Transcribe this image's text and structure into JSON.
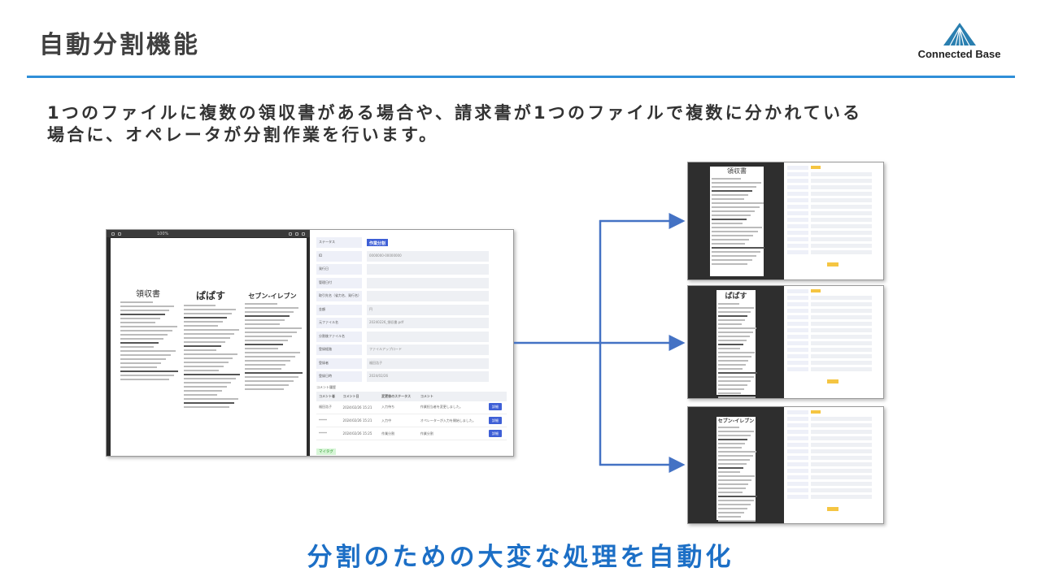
{
  "slide": {
    "title": "自動分割機能",
    "description_line1": "1つのファイルに複数の領収書がある場合や、請求書が1つのファイルで複数に分かれている",
    "description_line2": "場合に、オペレータが分割作業を行います。",
    "tagline": "分割のための大変な処理を自動化"
  },
  "logo": {
    "text": "Connected Base"
  },
  "colors": {
    "accent": "#2f8fd8",
    "tagline": "#1c6fc6",
    "arrow": "#4472c4",
    "badge": "#3e5fd6"
  },
  "viewer": {
    "zoom": "100%"
  },
  "receipts": {
    "r1_title": "領収書",
    "r2_title": "ぱぱす",
    "r3_title": "セブン-イレブン"
  },
  "form": {
    "status_label": "ステータス",
    "status_value": "作業分割",
    "fields": [
      {
        "label": "ID",
        "value": "0000000-00000000"
      },
      {
        "label": "発行日",
        "value": ""
      },
      {
        "label": "管理日付",
        "value": ""
      },
      {
        "label": "取引先名（省力名、発行名）",
        "value": ""
      },
      {
        "label": "金額",
        "value": "円"
      },
      {
        "label": "元ファイル名",
        "value": "20240226_領収書.pdf"
      },
      {
        "label": "分割後ファイル名",
        "value": ""
      },
      {
        "label": "登録経路",
        "value": "ファイルアップロード"
      },
      {
        "label": "登録者",
        "value": "福田浩子"
      },
      {
        "label": "登録日時",
        "value": "2024/02/26"
      }
    ],
    "comments_title": "コメント履歴",
    "comment_headers": [
      "コメント者",
      "コメント日",
      "変更後のステータス",
      "コメント"
    ],
    "comments": [
      {
        "author": "福田浩子",
        "date": "2024/02/26 15:21",
        "status": "入力待ち",
        "text": "作業担当者を変更しました。",
        "button": "詳細"
      },
      {
        "author": "*****",
        "date": "2024/02/26 15:21",
        "status": "入力中",
        "text": "オペレーターが入力を開始しました。",
        "button": "詳細"
      },
      {
        "author": "*****",
        "date": "2024/02/26 15:25",
        "status": "作業分割",
        "text": "作業分割",
        "button": "詳細"
      }
    ],
    "tag": "マイタグ"
  }
}
